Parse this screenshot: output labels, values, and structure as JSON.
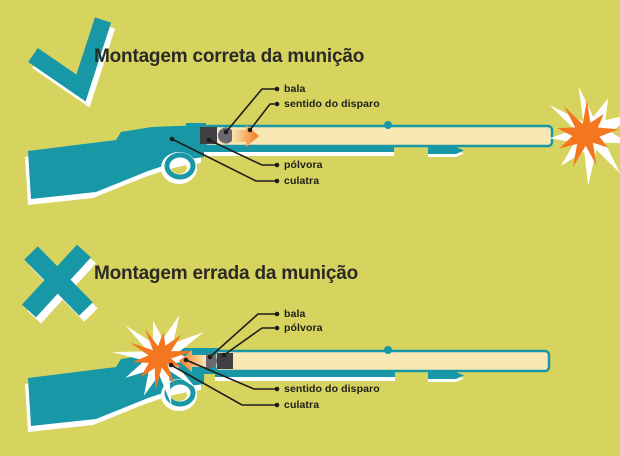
{
  "colors": {
    "background": "#d6d45f",
    "teal": "#1897a6",
    "cream": "#f8e8b4",
    "orange": "#f4771f",
    "powder-dark": "#403f43",
    "bullet-gray": "#6a6970",
    "ink": "#1d1d1b",
    "title": "#2b2926",
    "white": "#ffffff"
  },
  "sections": {
    "correct": {
      "mark_icon": "check-icon",
      "title": "Montagem correta da munição",
      "labels": {
        "bala": "bala",
        "sentido": "sentido do disparo",
        "polvora": "pólvora",
        "culatra": "culatra"
      }
    },
    "wrong": {
      "mark_icon": "x-icon",
      "title": "Montagem errada da munição",
      "labels": {
        "bala": "bala",
        "polvora": "pólvora",
        "sentido": "sentido do disparo",
        "culatra": "culatra"
      }
    }
  }
}
